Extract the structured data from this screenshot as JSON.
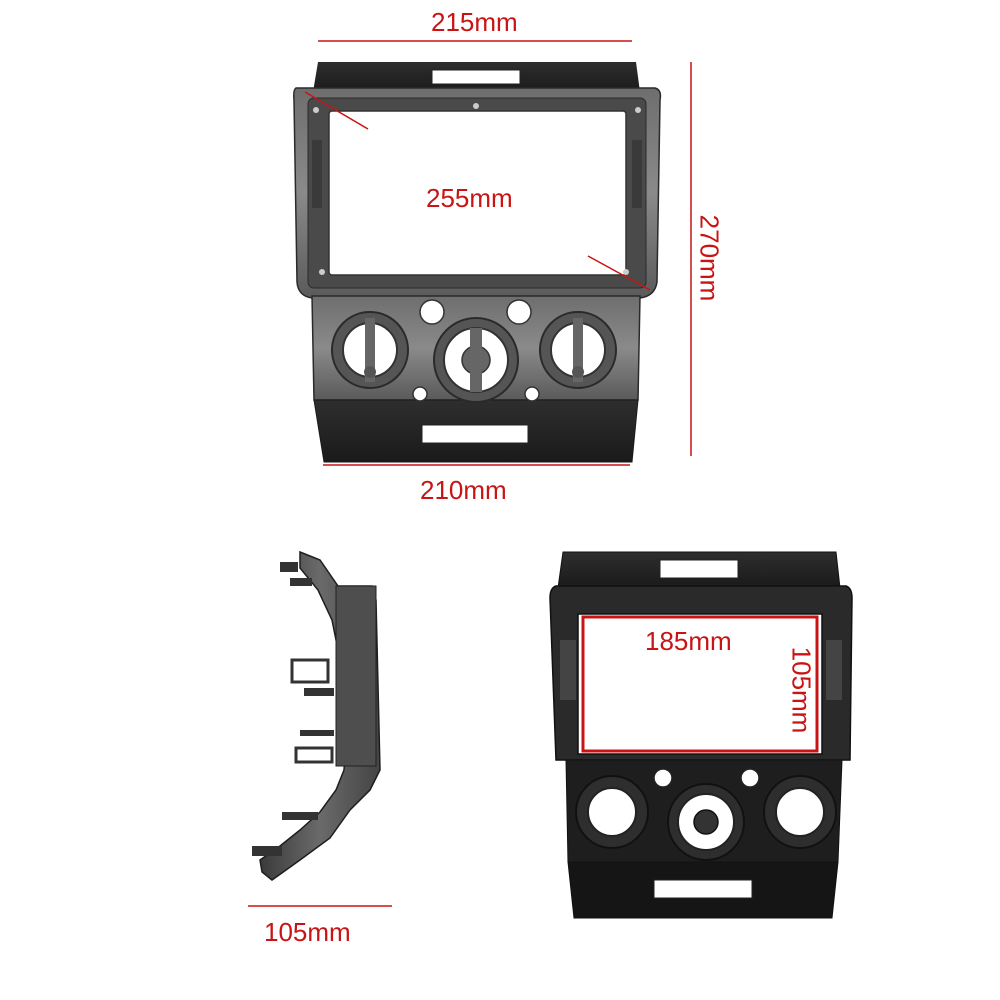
{
  "colors": {
    "dimension": "#c81414",
    "frame_dark": "#3a3a3a",
    "frame_mid": "#5a5a5a",
    "frame_light": "#8a8a8a",
    "background": "#ffffff"
  },
  "front_view": {
    "top_width": "215mm",
    "diagonal": "255mm",
    "height": "270mm",
    "bottom_width": "210mm"
  },
  "side_view": {
    "depth": "105mm"
  },
  "back_view": {
    "opening_width": "185mm",
    "opening_height": "105mm"
  }
}
